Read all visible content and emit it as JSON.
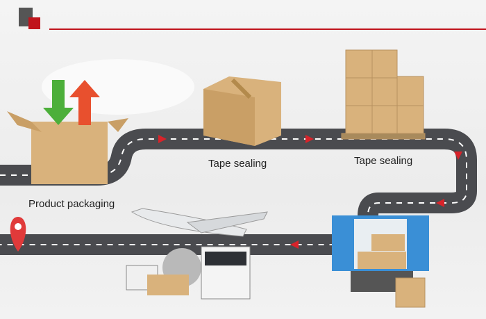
{
  "labels": {
    "step1": "Product packaging",
    "step2": "Tape sealing",
    "step3": "Tape sealing"
  },
  "colors": {
    "accent": "#c0141c",
    "road": "#4a4b4f",
    "box": "#d9b27c",
    "container": "#3a8fd6"
  }
}
